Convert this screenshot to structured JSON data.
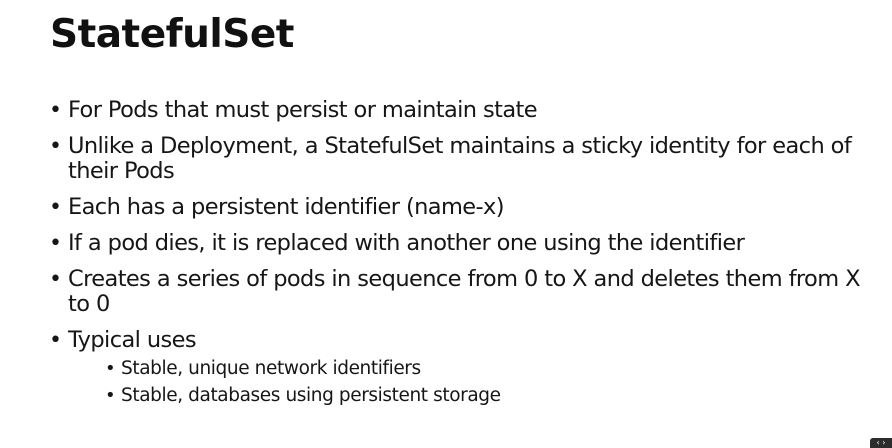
{
  "slide": {
    "title": "StatefulSet",
    "bullets": [
      {
        "text": "For Pods that must persist or maintain state"
      },
      {
        "text": "Unlike a Deployment, a StatefulSet maintains a sticky identity for each of their Pods"
      },
      {
        "text": "Each has a persistent identifier (name-x)"
      },
      {
        "text": "If a pod dies, it is replaced with another one using the identifier"
      },
      {
        "text": "Creates a series of pods in sequence from 0 to X and deletes them from X to 0"
      },
      {
        "text": "Typical uses",
        "sub_bullets": [
          "Stable, unique network identifiers",
          "Stable, databases using persistent storage"
        ]
      }
    ],
    "bullet_glyph": "•"
  },
  "nav": {
    "icon": "navigation-arrows-icon",
    "glyph": "‹ ›"
  },
  "colors": {
    "background": "#ffffff",
    "text": "#161616",
    "nav_background": "#2c2c2c"
  }
}
